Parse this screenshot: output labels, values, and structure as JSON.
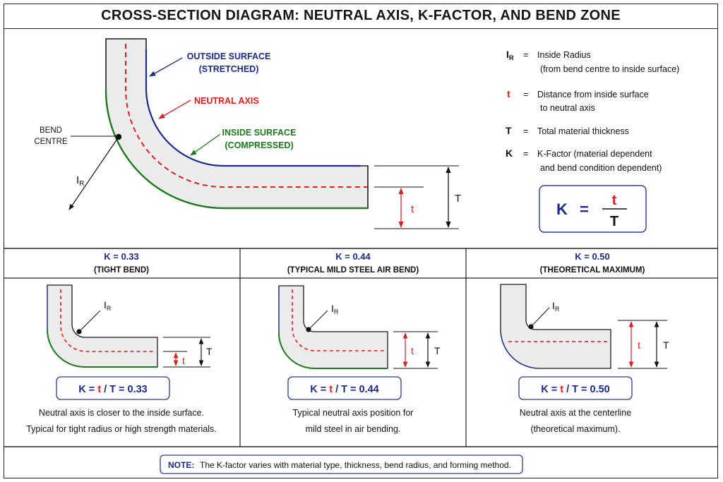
{
  "title": "CROSS-SECTION DIAGRAM: NEUTRAL AXIS, K-FACTOR, AND BEND ZONE",
  "main": {
    "outside_surface": [
      "OUTSIDE SURFACE",
      "(STRETCHED)"
    ],
    "neutral_axis": "NEUTRAL AXIS",
    "inside_surface": [
      "INSIDE SURFACE",
      "(COMPRESSED)"
    ],
    "bend_centre": [
      "BEND",
      "CENTRE"
    ],
    "ir_symbol": "I",
    "ir_sub": "R",
    "t_label": "t",
    "T_label": "T"
  },
  "legend": [
    {
      "sym": "I",
      "sub": "R",
      "eq": "=",
      "lines": [
        "Inside Radius",
        "(from bend centre to inside surface)"
      ]
    },
    {
      "sym": "t",
      "sub": "",
      "eq": "=",
      "lines": [
        "Distance from inside surface",
        "to neutral axis"
      ]
    },
    {
      "sym": "T",
      "sub": "",
      "eq": "=",
      "lines": [
        "Total material thickness"
      ]
    },
    {
      "sym": "K",
      "sub": "",
      "eq": "=",
      "lines": [
        "K-Factor (material dependent",
        "and bend condition dependent)"
      ]
    }
  ],
  "formula": {
    "k": "K",
    "eq": "=",
    "num": "t",
    "den": "T"
  },
  "panels": [
    {
      "k_value": "K = 0.33",
      "subtitle": "(TIGHT BEND)",
      "formula": [
        "K = ",
        "t",
        " / T = 0.33"
      ],
      "caption": [
        "Neutral axis is closer to the inside surface.",
        "Typical for tight radius or high strength materials."
      ]
    },
    {
      "k_value": "K = 0.44",
      "subtitle": "(TYPICAL MILD STEEL AIR BEND)",
      "formula": [
        "K = ",
        "t",
        " / T = 0.44"
      ],
      "caption": [
        "Typical neutral axis position for",
        "mild steel in air bending."
      ]
    },
    {
      "k_value": "K = 0.50",
      "subtitle": "(THEORETICAL MAXIMUM)",
      "formula": [
        "K = ",
        "t",
        " / T = 0.50"
      ],
      "caption": [
        "Neutral axis at the centerline",
        "(theoretical maximum)."
      ]
    }
  ],
  "note": {
    "label": "NOTE:",
    "text": "The K-factor varies with material type, thickness, bend radius, and forming method."
  },
  "colors": {
    "blue": "#1b2a8f",
    "red": "#e01e1e",
    "green": "#1d7a1d",
    "metal": "#ececec"
  }
}
